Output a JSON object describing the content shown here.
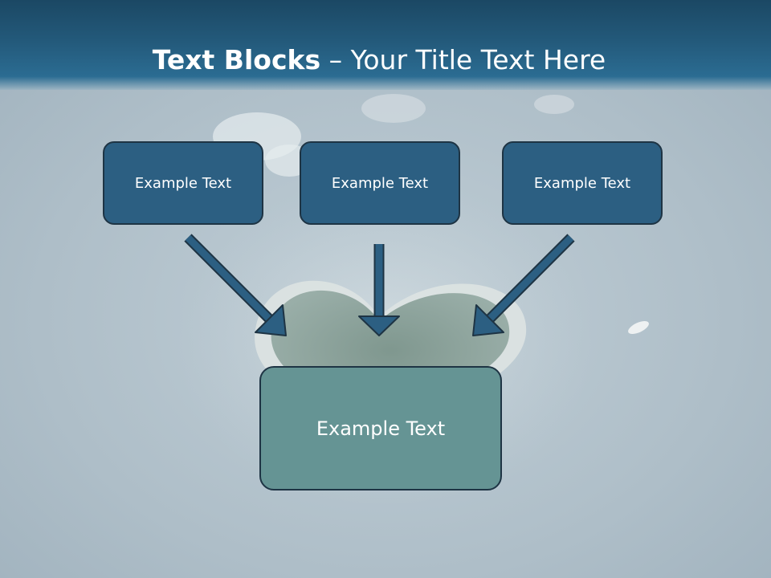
{
  "header": {
    "title_bold": "Text Blocks",
    "title_sep": " – ",
    "title_rest": "Your Title Text Here"
  },
  "diagram": {
    "blocks": [
      {
        "label": "Example Text"
      },
      {
        "label": "Example Text"
      },
      {
        "label": "Example Text"
      }
    ],
    "result": {
      "label": "Example Text"
    }
  },
  "colors": {
    "header": "#23597a",
    "block_fill": "#2c5f82",
    "block_border": "#1e3444",
    "result_fill": "#659494",
    "arrow_fill": "#2c5f82",
    "arrow_outline": "#1e3444"
  },
  "icons": [
    "arrow-down-right",
    "arrow-down",
    "arrow-down-left"
  ]
}
